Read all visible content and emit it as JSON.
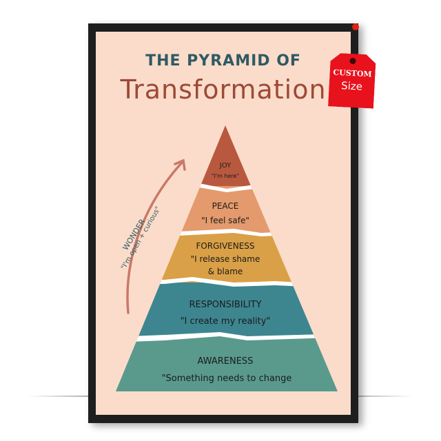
{
  "poster": {
    "title_line1": "THE PYRAMID OF",
    "title_line2": "Transformation",
    "side_arrow": {
      "label": "WONDER",
      "quote": "\"I'm open + curious\""
    },
    "levels": [
      {
        "name": "JOY",
        "quote": "\"I'm here\"",
        "color": "#b8593f"
      },
      {
        "name": "PEACE",
        "quote": "\"I feel safe\"",
        "color": "#e49a6c"
      },
      {
        "name": "FORGIVENESS",
        "quote": "\"I release shame",
        "quote2": "& blame",
        "color": "#d9a047"
      },
      {
        "name": "RESPONSIBILITY",
        "quote": "\"I create my reality\"",
        "color": "#3d8690"
      },
      {
        "name": "AWARENESS",
        "quote": "\"Something needs to change",
        "color": "#5a9a8c"
      }
    ]
  },
  "tag": {
    "line1": "CUSTOM",
    "line2": "Size",
    "color": "#e8121c"
  }
}
